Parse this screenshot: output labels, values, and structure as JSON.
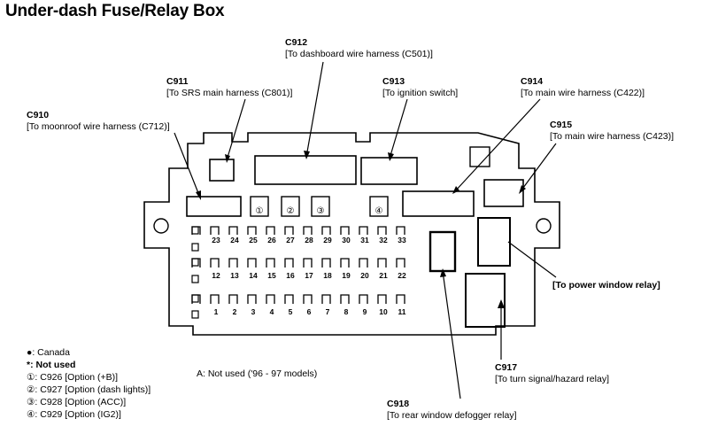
{
  "title": "Under-dash Fuse/Relay Box",
  "connectors": {
    "c912": {
      "code": "C912",
      "desc": "[To dashboard wire harness (C501)]"
    },
    "c911": {
      "code": "C911",
      "desc": "[To SRS main harness (C801)]"
    },
    "c913": {
      "code": "C913",
      "desc": "[To ignition switch]"
    },
    "c914": {
      "code": "C914",
      "desc": "[To main wire harness (C422)]"
    },
    "c910": {
      "code": "C910",
      "desc": "[To moonroof wire harness (C712)]"
    },
    "c915": {
      "code": "C915",
      "desc": "[To main wire harness (C423)]"
    },
    "c917": {
      "code": "C917",
      "desc": "[To turn signal/hazard relay]"
    },
    "c918": {
      "code": "C918",
      "desc": "[To rear window defogger relay]"
    }
  },
  "relays": {
    "power_window": "[To power window relay]"
  },
  "fuses": {
    "row_top": [
      "23",
      "24",
      "25",
      "26",
      "27",
      "28",
      "29",
      "30",
      "31",
      "32",
      "33"
    ],
    "row_mid": [
      "12",
      "13",
      "14",
      "15",
      "16",
      "17",
      "18",
      "19",
      "20",
      "21",
      "22"
    ],
    "row_bottom": [
      "1",
      "2",
      "3",
      "4",
      "5",
      "6",
      "7",
      "8",
      "9",
      "10",
      "11"
    ]
  },
  "option_markers": [
    "①",
    "②",
    "③",
    "④"
  ],
  "legend": {
    "canada": "●: Canada",
    "not_used": "*: Not used",
    "opt1": "①: C926 [Option (+B)]",
    "opt2": "②: C927 [Option (dash lights)]",
    "opt3": "③: C928 [Option (ACC)]",
    "opt4": "④: C929 [Option (IG2)]"
  },
  "note": "A: Not used ('96 - 97 models)"
}
